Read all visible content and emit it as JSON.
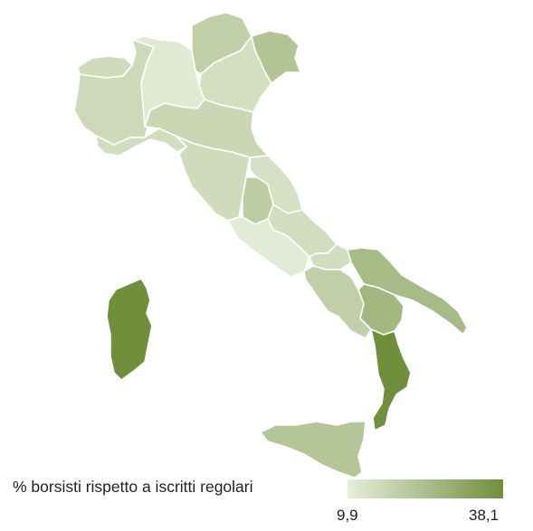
{
  "legend": {
    "title": "% borsisti rispetto a iscritti regolari",
    "min_label": "9,9",
    "max_label": "38,1",
    "min": 9.9,
    "max": 38.1,
    "color_low": "#e8eedc",
    "color_high": "#6f8f3c"
  },
  "regions": [
    {
      "name": "piemonte",
      "value": 16.0
    },
    {
      "name": "valle-d-aosta",
      "value": 15.5
    },
    {
      "name": "lombardia",
      "value": 11.5
    },
    {
      "name": "trentino-alto-adige",
      "value": 19.0
    },
    {
      "name": "veneto",
      "value": 14.5
    },
    {
      "name": "friuli-venezia-giulia",
      "value": 22.5
    },
    {
      "name": "liguria",
      "value": 15.0
    },
    {
      "name": "emilia-romagna",
      "value": 17.0
    },
    {
      "name": "toscana",
      "value": 15.5
    },
    {
      "name": "marche",
      "value": 14.0
    },
    {
      "name": "umbria",
      "value": 20.0
    },
    {
      "name": "lazio",
      "value": 11.0
    },
    {
      "name": "abruzzo",
      "value": 15.0
    },
    {
      "name": "molise",
      "value": 15.0
    },
    {
      "name": "campania",
      "value": 19.0
    },
    {
      "name": "puglia",
      "value": 25.0
    },
    {
      "name": "basilicata",
      "value": 26.0
    },
    {
      "name": "calabria",
      "value": 38.1
    },
    {
      "name": "sicilia",
      "value": 22.0
    },
    {
      "name": "sardegna",
      "value": 38.0
    }
  ]
}
